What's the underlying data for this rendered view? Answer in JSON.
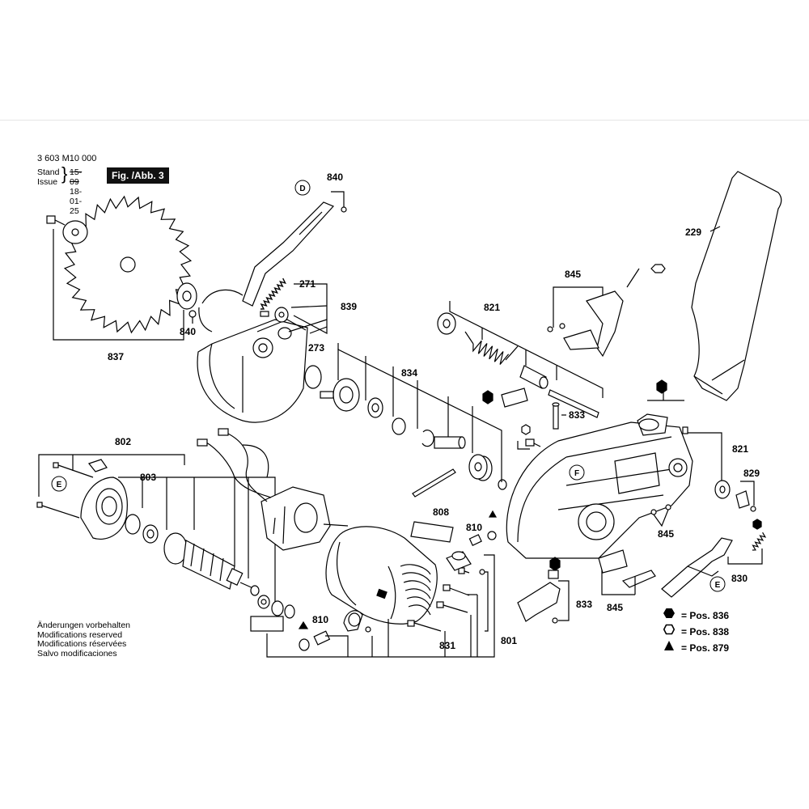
{
  "header": {
    "doc_code": "3 603 M10 000",
    "stand_label": "Stand",
    "issue_label": "Issue",
    "stand_value": "15-09",
    "issue_value": "18-01-25",
    "figure_label": "Fig. /Abb. 3"
  },
  "notes": [
    "Änderungen vorbehalten",
    "Modifications reserved",
    "Modifications réservées",
    "Salvo modificaciones"
  ],
  "legend": [
    {
      "symbol": "filled-hexagon",
      "text": "= Pos. 836"
    },
    {
      "symbol": "hollow-hexagon",
      "text": "= Pos. 838"
    },
    {
      "symbol": "filled-triangle",
      "text": "= Pos. 879"
    }
  ],
  "parts": {
    "p840a": "840",
    "p229": "229",
    "p271": "271",
    "p839": "839",
    "p845a": "845",
    "p821a": "821",
    "p837": "837",
    "p840b": "840",
    "p273": "273",
    "p834": "834",
    "p833a": "833",
    "p821b": "821",
    "p802": "802",
    "p803": "803",
    "p829": "829",
    "p808": "808",
    "p810a": "810",
    "p845b": "845",
    "p830": "830",
    "p833b": "833",
    "p845c": "845",
    "p810b": "810",
    "p831": "831",
    "p801": "801"
  },
  "markers": {
    "D": "D",
    "E1": "E",
    "F": "F",
    "E2": "E"
  }
}
